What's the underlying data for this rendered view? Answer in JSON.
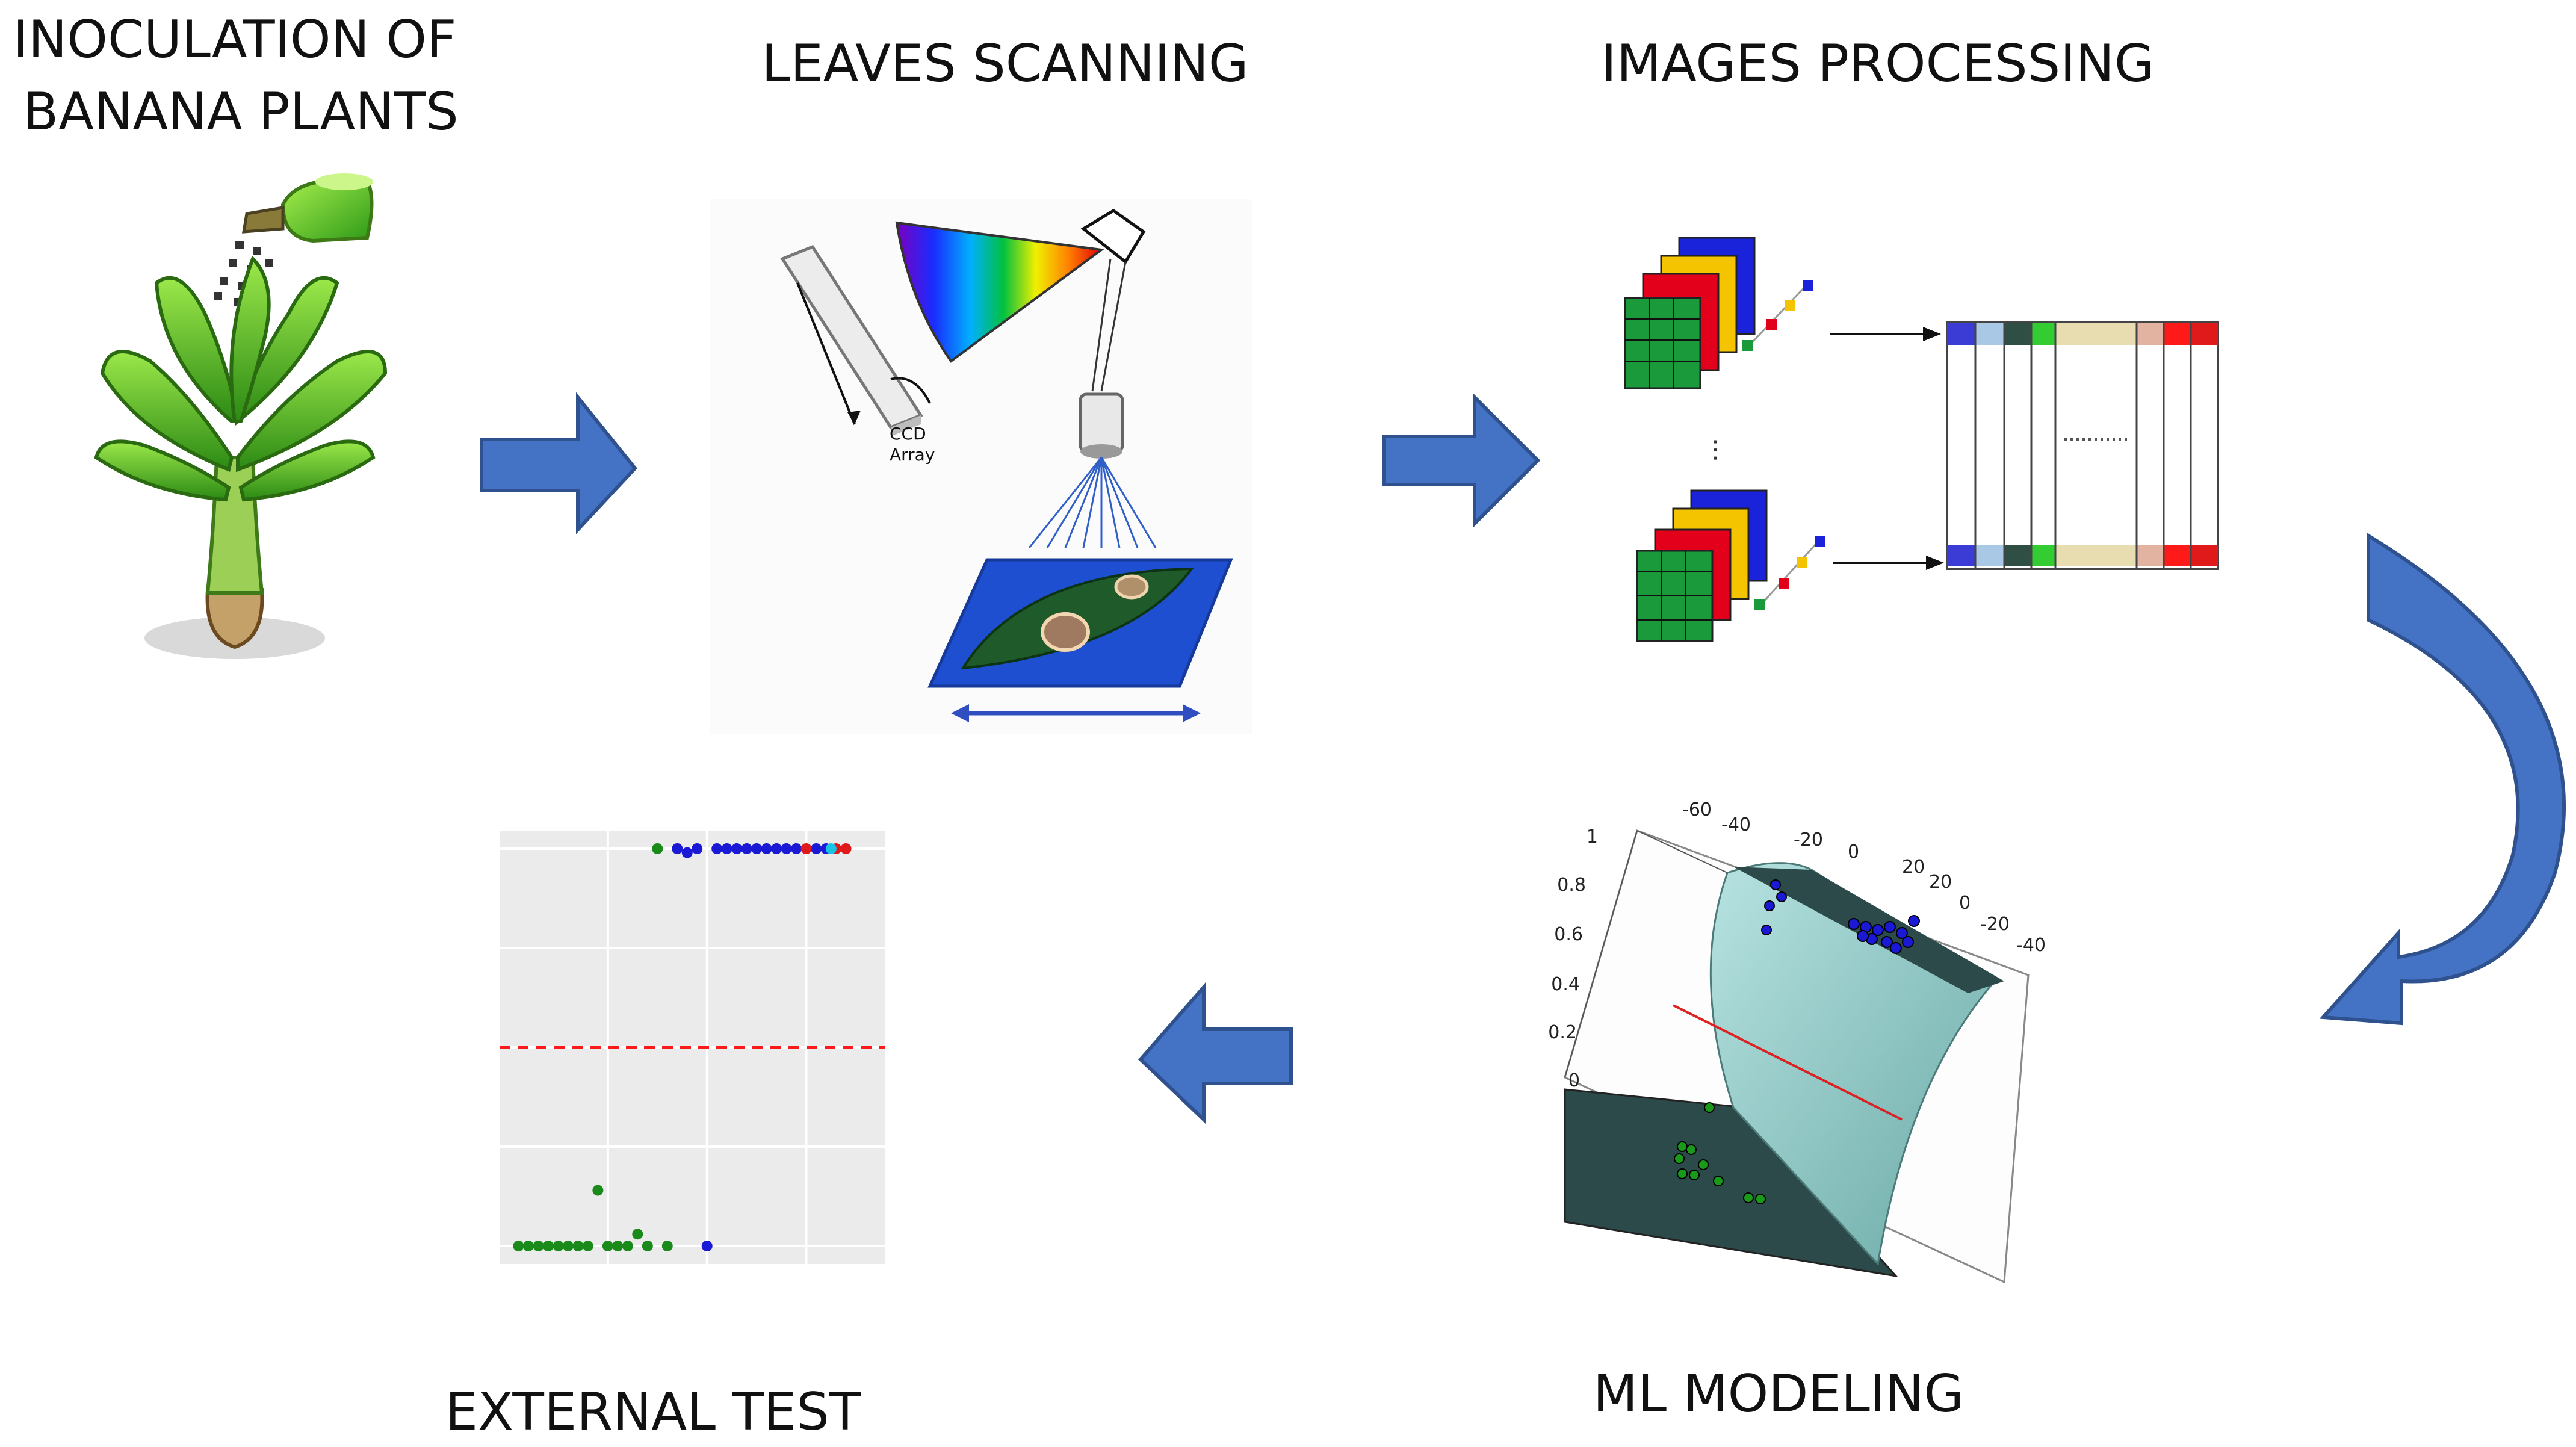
{
  "titles": {
    "inoculation_line1": "INOCULATION OF",
    "inoculation_line2": "BANANA PLANTS",
    "scanning": "LEAVES SCANNING",
    "processing": "IMAGES PROCESSING",
    "modeling": "ML MODELING",
    "external": "EXTERNAL TEST"
  },
  "scanner": {
    "ccd_line1": "CCD",
    "ccd_line2": "Array"
  },
  "model_plot": {
    "z_ticks": [
      "1",
      "0.8",
      "0.6",
      "0.4",
      "0.2",
      "0"
    ],
    "x_ticks": [
      "-60",
      "-40",
      "-20",
      "0",
      "20"
    ],
    "y_ticks": [
      "20",
      "0",
      "-20",
      "-40"
    ]
  },
  "chart_data": {
    "type": "scatter",
    "ylim": [
      0,
      1
    ],
    "grid": true,
    "threshold": 0.5,
    "series": [
      {
        "color": "#1a8a1a",
        "points": [
          [
            1,
            0
          ],
          [
            2,
            0
          ],
          [
            3,
            0
          ],
          [
            4,
            0
          ],
          [
            5,
            0
          ],
          [
            6,
            0
          ],
          [
            7,
            0
          ],
          [
            8,
            0
          ],
          [
            9,
            0.14
          ],
          [
            10,
            0
          ],
          [
            11,
            0
          ],
          [
            12,
            0
          ],
          [
            13,
            0.03
          ],
          [
            14,
            0
          ],
          [
            16,
            0
          ],
          [
            15,
            1
          ]
        ]
      },
      {
        "color": "#1a1ad6",
        "points": [
          [
            20,
            0
          ],
          [
            17,
            1
          ],
          [
            18,
            0.99
          ],
          [
            19,
            1
          ],
          [
            21,
            1
          ],
          [
            22,
            1
          ],
          [
            23,
            1
          ],
          [
            24,
            1
          ],
          [
            25,
            1
          ],
          [
            26,
            1
          ],
          [
            27,
            1
          ],
          [
            28,
            1
          ],
          [
            29,
            1
          ],
          [
            31,
            1
          ],
          [
            32,
            1
          ]
        ]
      },
      {
        "color": "#e01a1a",
        "points": [
          [
            30,
            1
          ],
          [
            33,
            1
          ],
          [
            34,
            1
          ]
        ]
      },
      {
        "color": "#19c3e6",
        "points": [
          [
            32.5,
            1
          ]
        ]
      }
    ]
  }
}
